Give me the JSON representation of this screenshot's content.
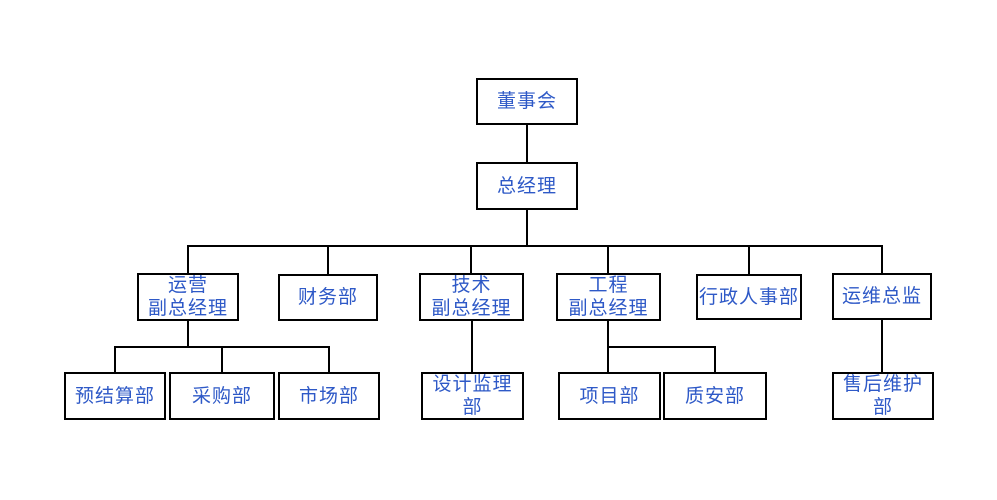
{
  "diagram": {
    "type": "org-chart",
    "text_color": "#2e59c7",
    "line_color": "#000000",
    "box_background": "#ffffff",
    "nodes": {
      "board": {
        "label": "董事会"
      },
      "gm": {
        "label": "总经理"
      },
      "ops_vp": {
        "label": "运营\n副总经理"
      },
      "finance": {
        "label": "财务部"
      },
      "tech_vp": {
        "label": "技术\n副总经理"
      },
      "eng_vp": {
        "label": "工程\n副总经理"
      },
      "admin_hr": {
        "label": "行政人事部"
      },
      "om_director": {
        "label": "运维总监"
      },
      "presettlement": {
        "label": "预结算部"
      },
      "purchasing": {
        "label": "采购部"
      },
      "marketing": {
        "label": "市场部"
      },
      "design_supervision": {
        "label": "设计监理部"
      },
      "project": {
        "label": "项目部"
      },
      "quality_safety": {
        "label": "质安部"
      },
      "aftersales": {
        "label": "售后维护部"
      }
    },
    "edges": [
      {
        "from": "board",
        "to": "gm"
      },
      {
        "from": "gm",
        "to": "ops_vp"
      },
      {
        "from": "gm",
        "to": "finance"
      },
      {
        "from": "gm",
        "to": "tech_vp"
      },
      {
        "from": "gm",
        "to": "eng_vp"
      },
      {
        "from": "gm",
        "to": "admin_hr"
      },
      {
        "from": "gm",
        "to": "om_director"
      },
      {
        "from": "ops_vp",
        "to": "presettlement"
      },
      {
        "from": "ops_vp",
        "to": "purchasing"
      },
      {
        "from": "ops_vp",
        "to": "marketing"
      },
      {
        "from": "tech_vp",
        "to": "design_supervision"
      },
      {
        "from": "eng_vp",
        "to": "project"
      },
      {
        "from": "eng_vp",
        "to": "quality_safety"
      },
      {
        "from": "om_director",
        "to": "aftersales"
      }
    ]
  }
}
